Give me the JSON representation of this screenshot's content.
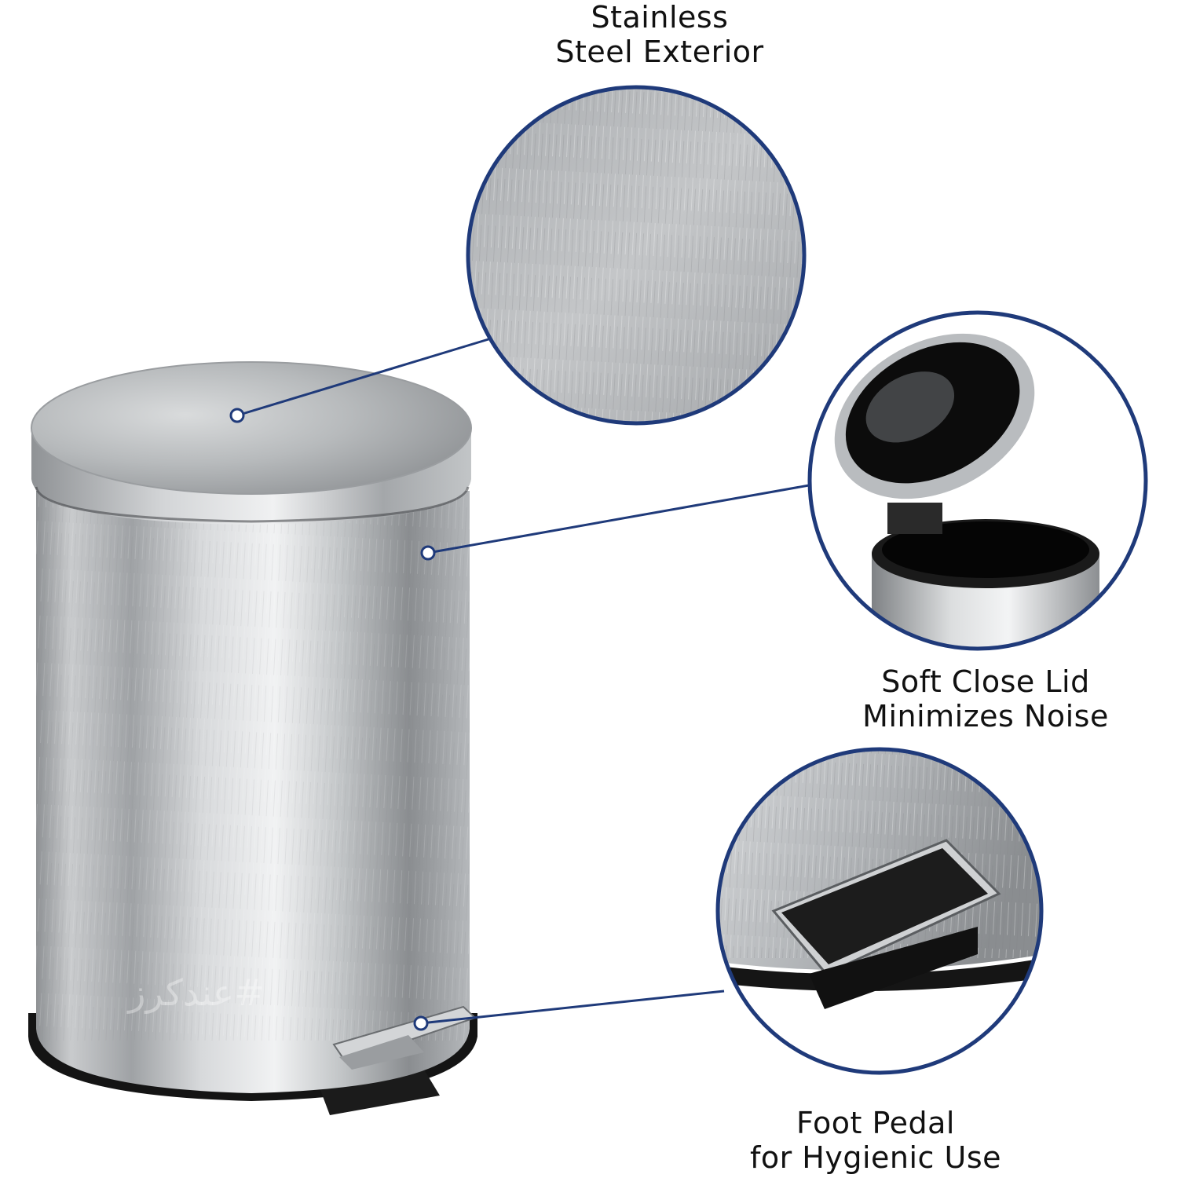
{
  "callouts": {
    "exterior": {
      "lines": [
        "Stainless",
        "Steel Exterior"
      ]
    },
    "lid": {
      "lines": [
        "Soft Close Lid",
        "Minimizes Noise"
      ]
    },
    "pedal": {
      "lines": [
        "Foot Pedal",
        "for Hygienic Use"
      ]
    }
  },
  "watermark": {
    "text": "عندكرز#"
  },
  "colors": {
    "callout_ring": "#1f3a7a",
    "steel_light": "#e6e7e8",
    "steel_mid": "#b3b6b9",
    "steel_dark": "#6d7073",
    "rubber_black": "#141414"
  }
}
